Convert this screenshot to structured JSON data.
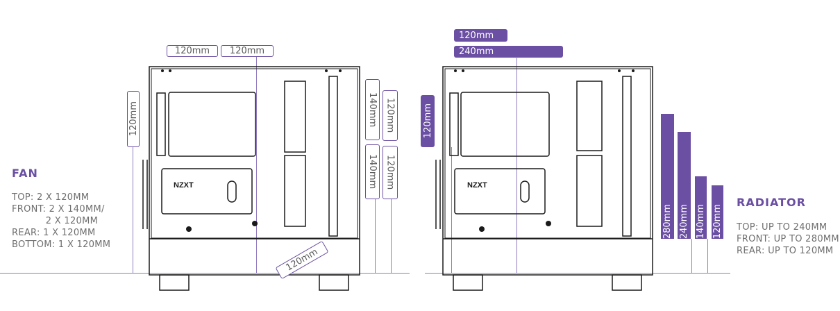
{
  "fan": {
    "heading": "FAN",
    "lines": [
      "TOP: 2 X 120MM",
      "FRONT: 2 X 140MM/",
      "           2 X 120MM",
      "REAR: 1 X 120MM",
      "BOTTOM: 1 X 120MM"
    ],
    "top_labels": [
      "120mm",
      "120mm"
    ],
    "rear_label": "120mm",
    "front_labels": [
      "140mm",
      "140mm",
      "120mm",
      "120mm"
    ],
    "bottom_label": "120mm"
  },
  "radiator": {
    "heading": "RADIATOR",
    "lines": [
      "TOP: UP TO 240MM",
      "FRONT: UP TO 280MM",
      "REAR: UP TO 120MM"
    ],
    "top_labels": [
      "120mm",
      "240mm"
    ],
    "rear_label": "120mm",
    "front_bars": [
      {
        "label": "280mm",
        "size_mm": 280
      },
      {
        "label": "240mm",
        "size_mm": 240
      },
      {
        "label": "140mm",
        "size_mm": 140
      },
      {
        "label": "120mm",
        "size_mm": 120
      }
    ]
  },
  "psu_brand": "NZXT",
  "colors": {
    "accent": "#6b4fa3",
    "line": "#8f7bbf",
    "case_stroke": "#1a1a1a"
  }
}
